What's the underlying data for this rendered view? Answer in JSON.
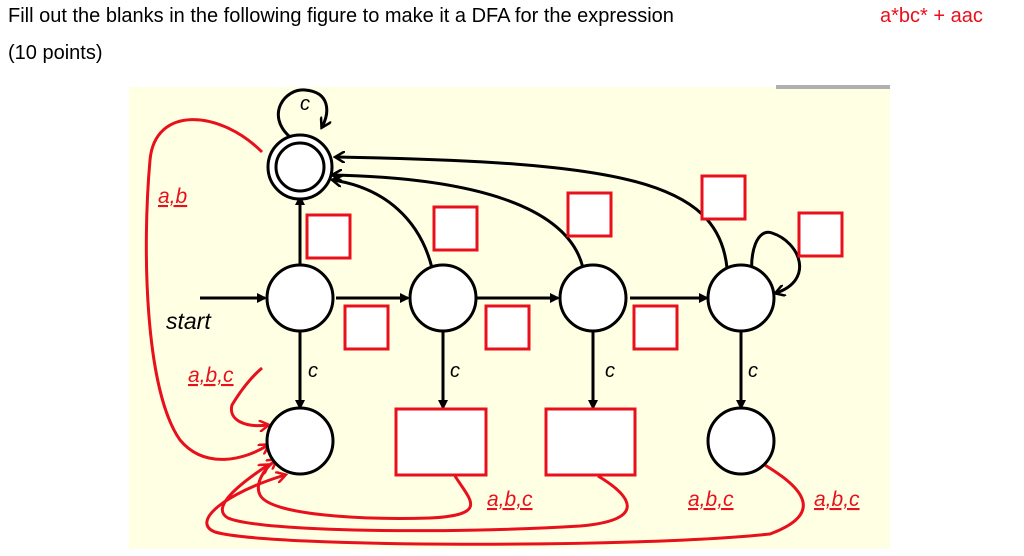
{
  "question": {
    "line1": "Fill out the blanks in the following figure to make it a DFA for the expression",
    "line2": "(10 points)",
    "expression": "a*bc* + aac"
  },
  "diagram": {
    "labels": {
      "loop_c": "c",
      "ab": "a,b",
      "start": "start",
      "abc_left": "a,b,c",
      "c1": "c",
      "c2": "c",
      "c3": "c",
      "c4": "c",
      "abc_bottom1": "a,b,c",
      "abc_bottom2": "a,b,c",
      "abc_bottom3": "a,b,c"
    },
    "colors": {
      "red": "#e8101c",
      "black": "#000000",
      "background": "#ffffe4"
    }
  }
}
